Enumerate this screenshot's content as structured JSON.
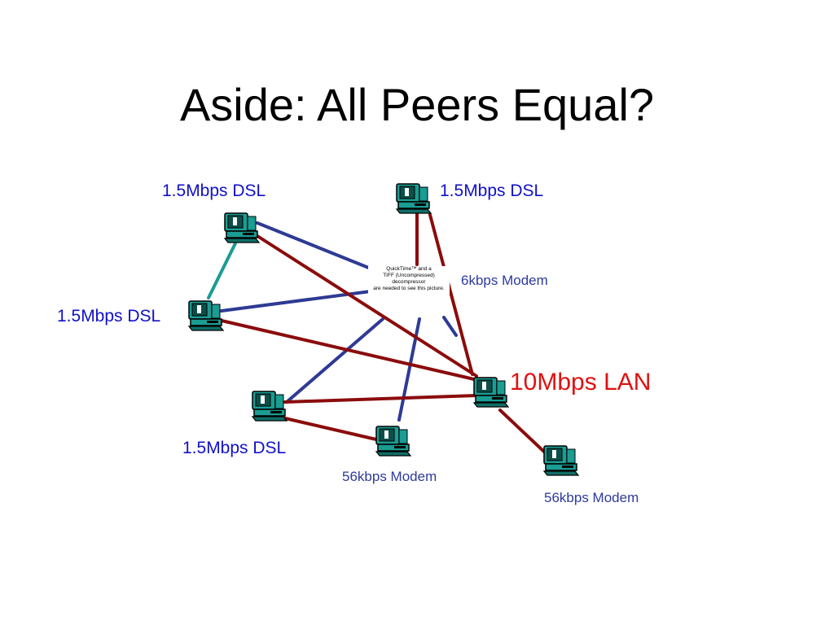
{
  "title": "Aside: All Peers Equal?",
  "colors": {
    "dsl_label": "#1010c8",
    "modem_label": "#2e3a9c",
    "lan_label": "#e01010",
    "link_red": "#8b0c0c",
    "link_blue": "#2e3a94",
    "link_teal": "#1a9c94"
  },
  "placeholder": {
    "line1": "QuickTime™ and a",
    "line2": "TIFF (Uncompressed) decompressor",
    "line3": "are needed to see this picture."
  },
  "nodes": [
    {
      "id": "top-left-dsl",
      "label": "1.5Mbps DSL",
      "kind": "dsl",
      "icon": "computer-icon"
    },
    {
      "id": "top-right-dsl",
      "label": "1.5Mbps DSL",
      "kind": "dsl",
      "icon": "computer-icon"
    },
    {
      "id": "left-dsl",
      "label": "1.5Mbps DSL",
      "kind": "dsl",
      "icon": "computer-icon"
    },
    {
      "id": "center-modem",
      "label": "6kbps Modem",
      "kind": "modem",
      "icon": "quicktime-placeholder"
    },
    {
      "id": "lan",
      "label": "10Mbps LAN",
      "kind": "lan",
      "icon": "computer-icon"
    },
    {
      "id": "lower-left-dsl",
      "label": "1.5Mbps DSL",
      "kind": "dsl",
      "icon": "computer-icon"
    },
    {
      "id": "bottom-modem",
      "label": "56kbps Modem",
      "kind": "modem",
      "icon": "computer-icon"
    },
    {
      "id": "right-modem",
      "label": "56kbps Modem",
      "kind": "modem",
      "icon": "computer-icon"
    }
  ]
}
